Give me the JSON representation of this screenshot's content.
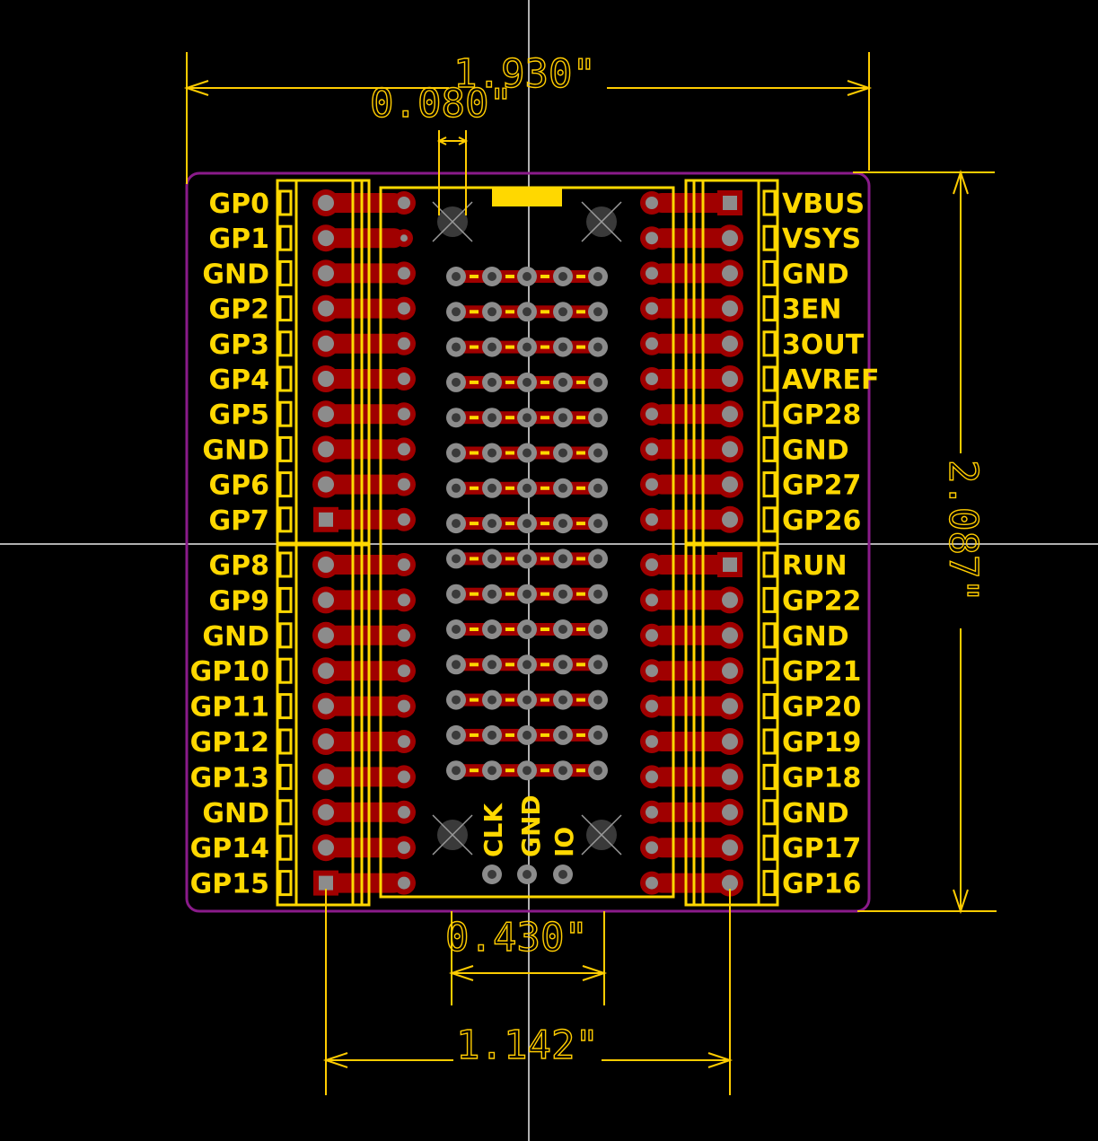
{
  "colors": {
    "background": "#000000",
    "outline": "#8A1B8A",
    "silk": "#FFD800",
    "dimension": "#FFCC00",
    "copper": "#A00000",
    "pad": "#8C8C8C",
    "via": "#3A3A3A",
    "crosshair": "#B0B0B0"
  },
  "dimensions": {
    "width": "1.930\"",
    "pin_pitch": "0.080\"",
    "height": "2.087\"",
    "swd_spacing": "0.430\"",
    "row_spacing": "1.142\""
  },
  "left_pins": [
    "GP0",
    "GP1",
    "GND",
    "GP2",
    "GP3",
    "GP4",
    "GP5",
    "GND",
    "GP6",
    "GP7",
    "GP8",
    "GP9",
    "GND",
    "GP10",
    "GP11",
    "GP12",
    "GP13",
    "GND",
    "GP14",
    "GP15"
  ],
  "right_pins": [
    "VBUS",
    "VSYS",
    "GND",
    "3EN",
    "3OUT",
    "AVREF",
    "GP28",
    "GND",
    "GP27",
    "GP26",
    "RUN",
    "GP22",
    "GND",
    "GP21",
    "GP20",
    "GP19",
    "GP18",
    "GND",
    "GP17",
    "GP16"
  ],
  "swd_labels": [
    "CLK",
    "GND",
    "IO"
  ],
  "icons": {
    "mounting_hole": "mounting-hole-icon",
    "square_pad": "square-pad-icon",
    "round_pad": "round-pad-icon",
    "usb_marker": "usb-connector-icon"
  }
}
